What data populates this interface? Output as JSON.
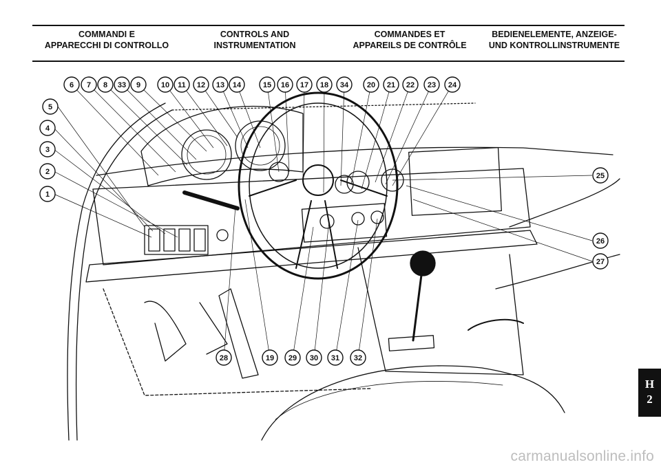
{
  "headers": [
    {
      "line1": "COMMANDI E",
      "line2": "APPARECCHI DI CONTROLLO"
    },
    {
      "line1": "CONTROLS AND",
      "line2": "INSTRUMENTATION"
    },
    {
      "line1": "COMMANDES ET",
      "line2": "APPAREILS DE CONTRÔLE"
    },
    {
      "line1": "BEDIENELEMENTE, ANZEIGE-",
      "line2": "UND KONTROLLINSTRUMENTE"
    }
  ],
  "callouts": {
    "top_row": [
      "6",
      "7",
      "8",
      "33",
      "9",
      "10",
      "11",
      "12",
      "13",
      "14",
      "15",
      "16",
      "17",
      "18",
      "34",
      "20",
      "21",
      "22",
      "23",
      "24"
    ],
    "left_column": [
      "5",
      "4",
      "3",
      "2",
      "1"
    ],
    "right_column": [
      "25",
      "26",
      "27"
    ],
    "bottom_row": [
      "28",
      "19",
      "29",
      "30",
      "31",
      "32"
    ]
  },
  "section_tab": {
    "letter": "H",
    "number": "2"
  },
  "watermark": "carmanualsonline.info",
  "colors": {
    "ink": "#111111",
    "paper": "#ffffff",
    "tab": "#111111",
    "watermark": "#bdbdbd"
  }
}
